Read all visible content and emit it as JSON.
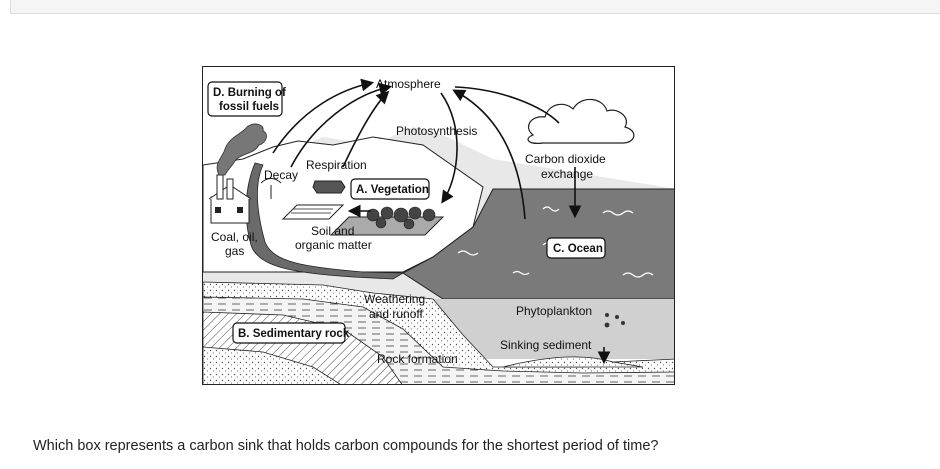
{
  "figure": {
    "atmosphere": "Atmosphere",
    "photosynthesis": "Photosynthesis",
    "respiration": "Respiration",
    "decay": "Decay",
    "co2_exchange_1": "Carbon dioxide",
    "co2_exchange_2": "exchange",
    "box_d_1": "D. Burning of",
    "box_d_2": "fossil fuels",
    "box_a": "A. Vegetation",
    "box_c": "C. Ocean",
    "box_b": "B. Sedimentary rock",
    "coal_1": "Coal, oil,",
    "coal_2": "gas",
    "soil_1": "Soil and",
    "soil_2": "organic matter",
    "weathering_1": "Weathering",
    "weathering_2": "and runoff",
    "phytoplankton": "Phytoplankton",
    "sinking": "Sinking sediment",
    "rock_formation": "Rock formation"
  },
  "question": "Which box represents a carbon sink that holds carbon compounds for the shortest period of time?"
}
